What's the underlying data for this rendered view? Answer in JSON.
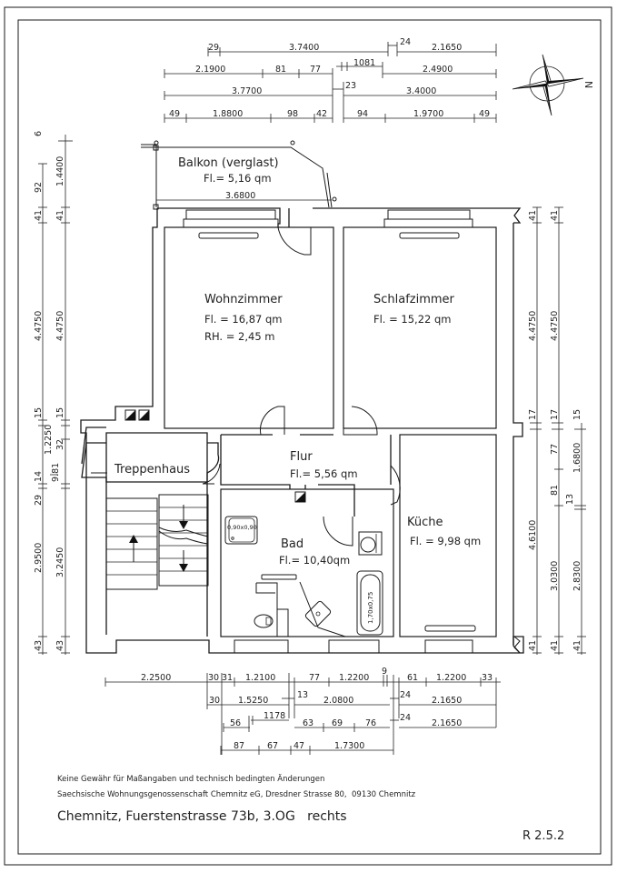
{
  "plan": {
    "address_line": "Chemnitz, Fuerstenstrasse 73b, 3.OG   rechts",
    "disclaimer": "Keine Gewähr für Maßangaben und technisch bedingten Änderungen",
    "company": "Saechsische Wohnungsgenossenschaft Chemnitz eG, Dresdner Strasse 80,  09130 Chemnitz",
    "drawing_code": "R 2.5.2",
    "north_label": "N"
  },
  "rooms": {
    "balkon": {
      "name": "Balkon (verglast)",
      "area": "Fl.= 5,16 qm",
      "width_dim": "3.6800"
    },
    "wohnzimmer": {
      "name": "Wohnzimmer",
      "area": "Fl. = 16,87 qm",
      "height": "RH. = 2,45 m"
    },
    "schlafzimmer": {
      "name": "Schlafzimmer",
      "area": "Fl. = 15,22 qm"
    },
    "flur": {
      "name": "Flur",
      "area": "Fl.= 5,56 qm"
    },
    "kueche": {
      "name": "Küche",
      "area": "Fl. = 9,98 qm"
    },
    "bad": {
      "name": "Bad",
      "area": "Fl.= 10,40qm",
      "shower": "0,90x0,90",
      "tub": "1,70x0,75"
    },
    "treppenhaus": {
      "name": "Treppenhaus"
    }
  },
  "dimensions": {
    "top": {
      "row1": [
        "29",
        "3.7400",
        "24",
        "2.1650"
      ],
      "row2": [
        "2.1900",
        "81",
        "77",
        "1081",
        "2.4900"
      ],
      "row3": [
        "3.7700",
        "23",
        "3.4000"
      ],
      "row4": [
        "49",
        "1.8800",
        "98",
        "42",
        "94",
        "1.9700",
        "49"
      ]
    },
    "left": {
      "outer": [
        "6",
        "92",
        "41",
        "4.4750",
        "15",
        "14",
        "2.9500",
        "43"
      ],
      "inner": [
        "1.4400",
        "41",
        "4.4750",
        "15",
        "1.2250",
        "32",
        "9.81",
        "29",
        "3.2450",
        "43"
      ]
    },
    "right": {
      "col1": [
        "41",
        "4.4750",
        "17",
        "4.6100",
        "41"
      ],
      "col2": [
        "41",
        "4.4750",
        "17",
        "77",
        "81",
        "3.0300",
        "41"
      ],
      "col3": [
        "15",
        "1.6800",
        "13",
        "2.8300",
        "41"
      ]
    },
    "bottom": {
      "row1": [
        "2.2500",
        "30",
        "31",
        "1.2100",
        "77",
        "1.2200",
        "9",
        "61",
        "1.2200",
        "33"
      ],
      "row2": [
        "30",
        "1.5250",
        "13",
        "2.0800",
        "24",
        "2.1650"
      ],
      "row3": [
        "56",
        "1178",
        "63",
        "69",
        "76",
        "24",
        "2.1650"
      ],
      "row4": [
        "87",
        "67",
        "47",
        "1.7300"
      ]
    }
  }
}
